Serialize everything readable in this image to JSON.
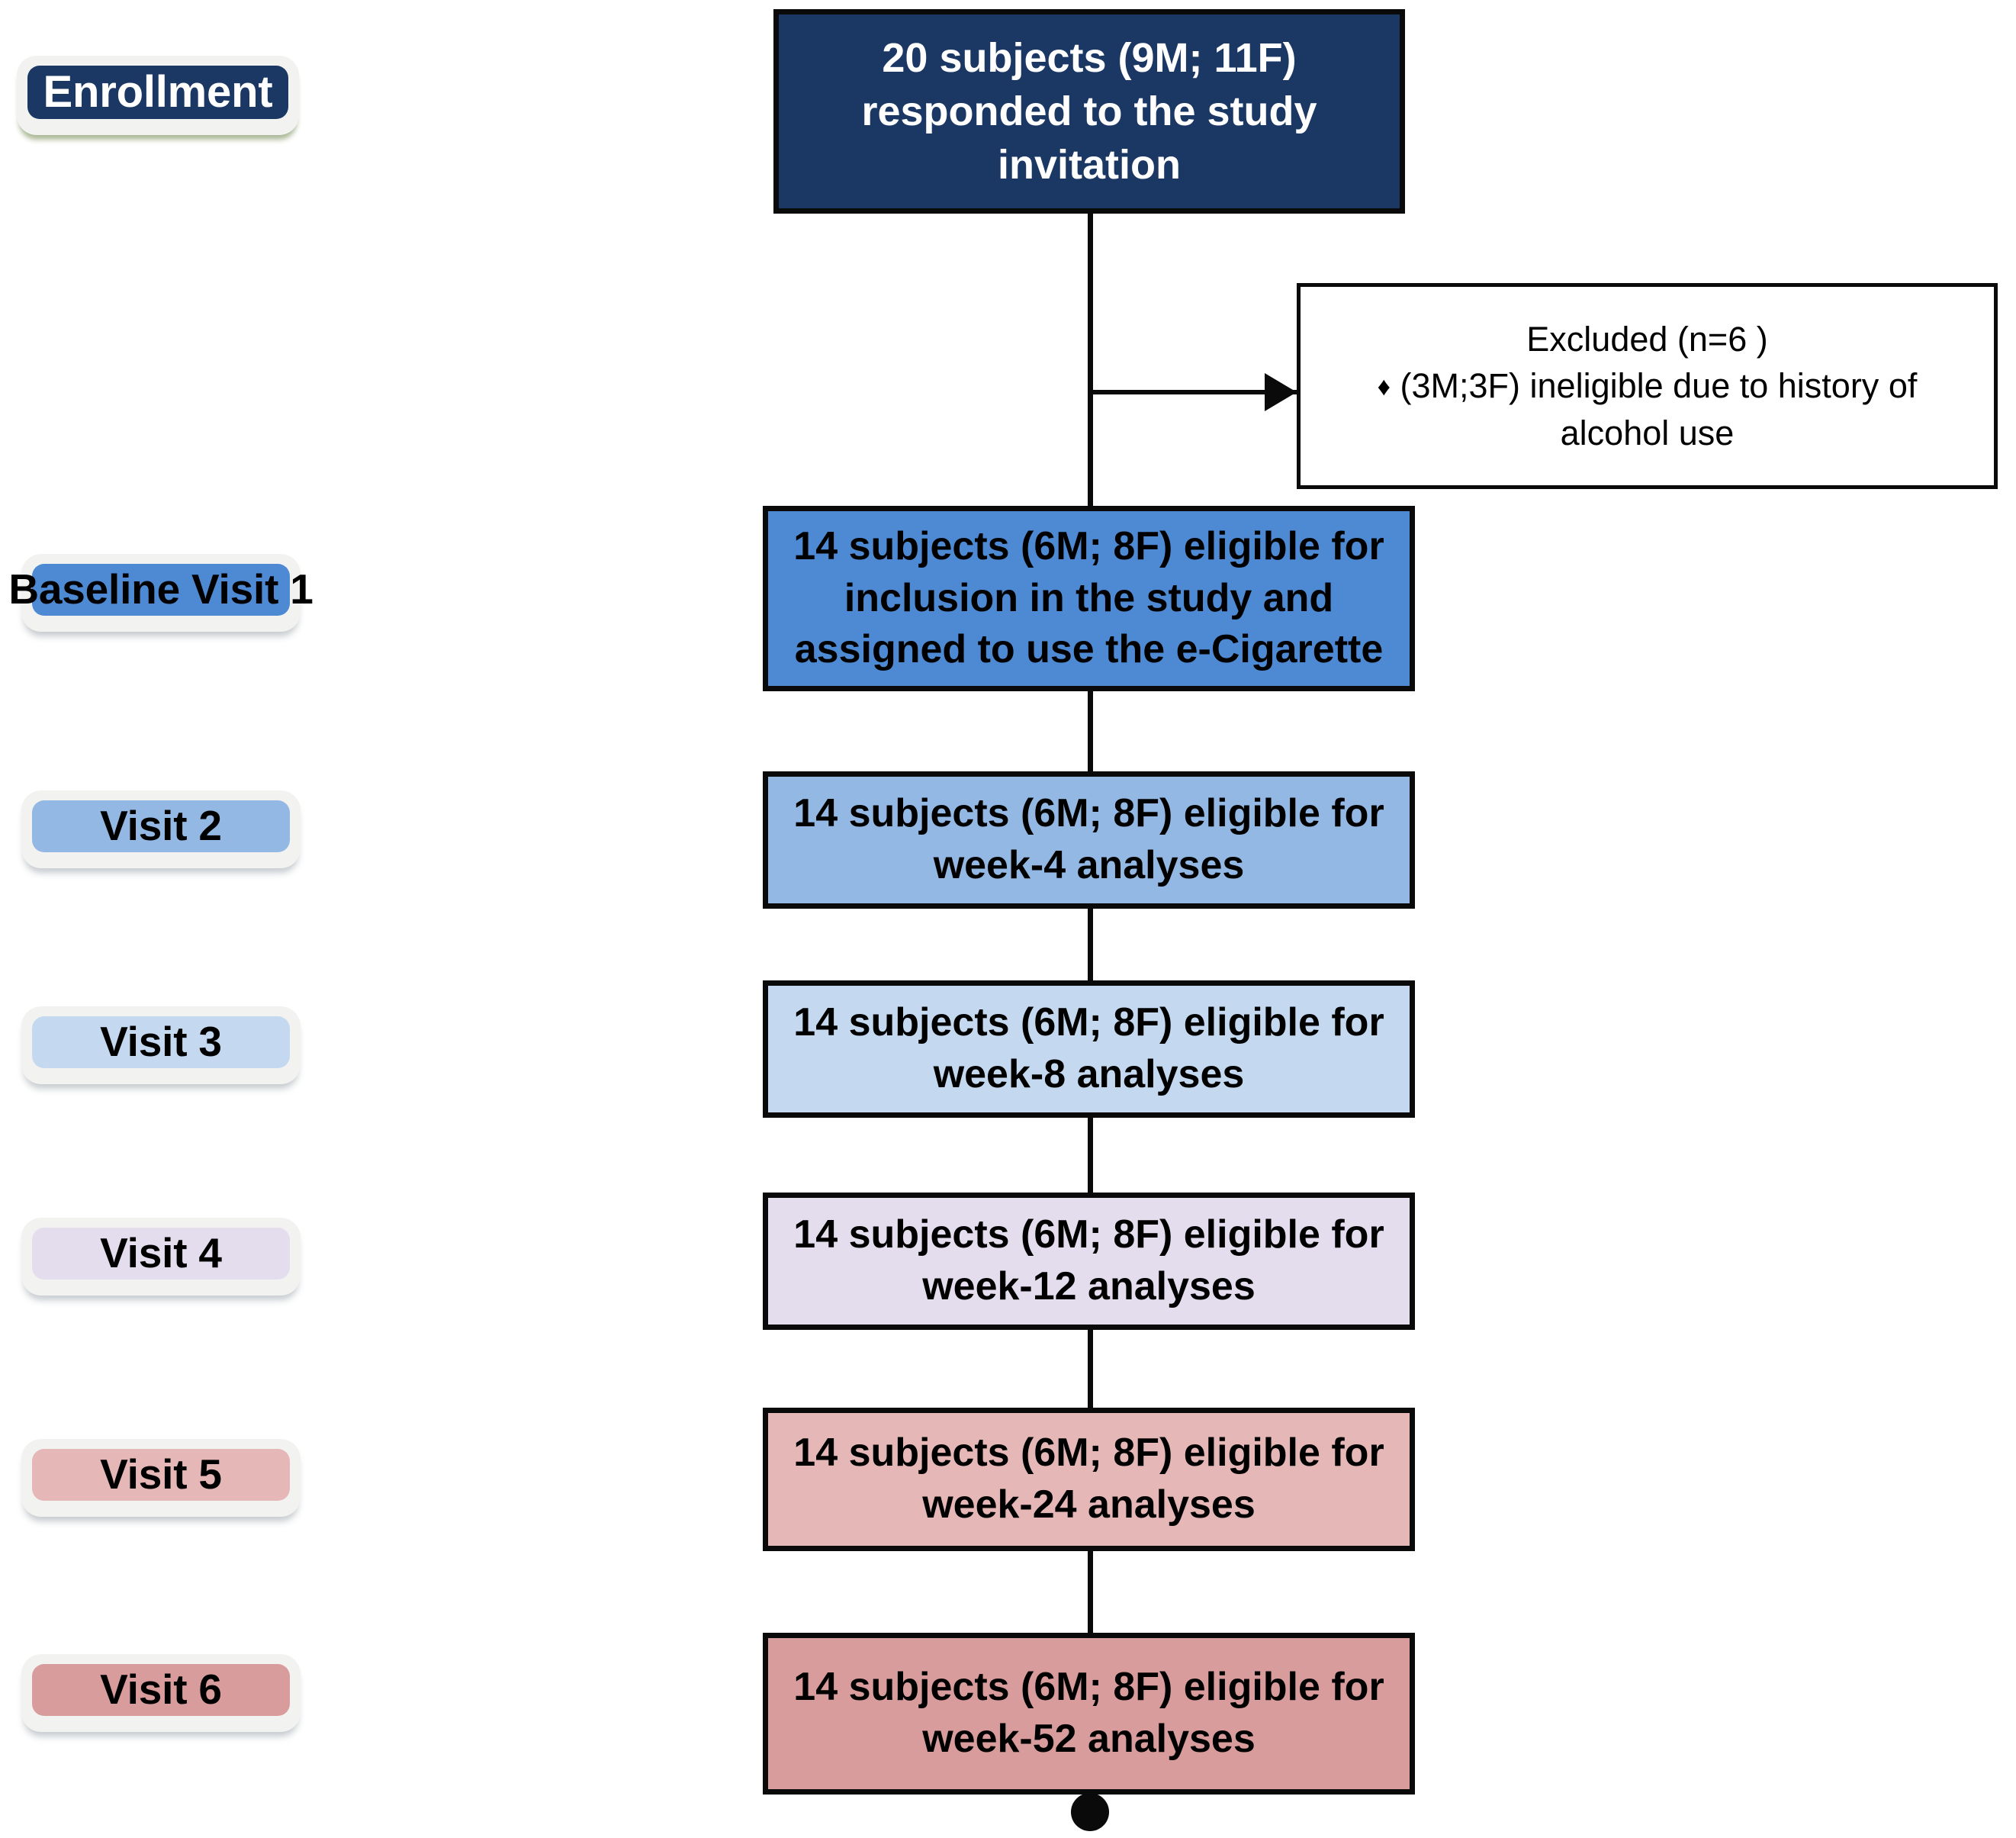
{
  "diagram": {
    "title": "CONSORT-style participant flow diagram",
    "type": "flowchart",
    "colors": {
      "navy": "#1b3köt"
    }
  },
  "stages": [
    {
      "name": "enrollment",
      "label": "Enrollment",
      "fill": "#1b3764",
      "text_color": "#ffffff",
      "font_size": "58px",
      "font_weight": "bold",
      "shadow": "olive"
    },
    {
      "name": "baseline-visit-1",
      "label": "Baseline Visit 1",
      "fill": "#4e8ad4",
      "text_color": "#000000",
      "font_size": "55px",
      "font_weight": "bold",
      "shadow": "grey"
    },
    {
      "name": "visit-2",
      "label": "Visit 2",
      "fill": "#94b8e4",
      "text_color": "#000000",
      "font_size": "55px",
      "font_weight": "bold",
      "shadow": "grey"
    },
    {
      "name": "visit-3",
      "label": "Visit 3",
      "fill": "#c4d9f0",
      "text_color": "#000000",
      "font_size": "55px",
      "font_weight": "bold",
      "shadow": "grey"
    },
    {
      "name": "visit-4",
      "label": "Visit 4",
      "fill": "#e3dded",
      "text_color": "#000000",
      "font_size": "55px",
      "font_weight": "bold",
      "shadow": "grey"
    },
    {
      "name": "visit-5",
      "label": "Visit 5",
      "fill": "#e5b7b7",
      "text_color": "#000000",
      "font_size": "55px",
      "font_weight": "bold",
      "shadow": "grey"
    },
    {
      "name": "visit-6",
      "label": "Visit 6",
      "fill": "#d89c9c",
      "text_color": "#000000",
      "font_size": "55px",
      "font_weight": "bold",
      "shadow": "grey"
    }
  ],
  "flow_nodes": [
    {
      "name": "enrollment-node",
      "fill": "#1b3764",
      "text_color": "#ffffff",
      "font_size": "54px",
      "lines": [
        "20 subjects (9M; 11F)",
        "responded to the study",
        "invitation"
      ]
    },
    {
      "name": "baseline-visit-1-node",
      "fill": "#4e8ad4",
      "text_color": "#000000",
      "font_size": "52px",
      "lines": [
        "14 subjects (6M; 8F) eligible for",
        "inclusion in the study and",
        "assigned to use the e-Cigarette"
      ]
    },
    {
      "name": "visit-2-node",
      "fill": "#94b8e4",
      "text_color": "#000000",
      "font_size": "52px",
      "lines": [
        "14 subjects (6M; 8F) eligible for",
        "week-4 analyses"
      ]
    },
    {
      "name": "visit-3-node",
      "fill": "#c4d9f0",
      "text_color": "#000000",
      "font_size": "52px",
      "lines": [
        "14 subjects (6M; 8F) eligible for",
        "week-8 analyses"
      ]
    },
    {
      "name": "visit-4-node",
      "fill": "#e3dded",
      "text_color": "#000000",
      "font_size": "52px",
      "lines": [
        "14 subjects (6M; 8F) eligible for",
        "week-12 analyses"
      ]
    },
    {
      "name": "visit-5-node",
      "fill": "#e5b7b7",
      "text_color": "#000000",
      "font_size": "52px",
      "lines": [
        "14 subjects (6M; 8F) eligible for",
        "week-24 analyses"
      ]
    },
    {
      "name": "visit-6-node",
      "fill": "#d89c9c",
      "text_color": "#000000",
      "font_size": "52px",
      "lines": [
        "14 subjects (6M; 8F) eligible for",
        "week-52 analyses"
      ]
    }
  ],
  "excluded": {
    "name": "excluded-node",
    "heading": "Excluded  (n=6 )",
    "bullet_symbol": "♦",
    "bullet_line_1": "(3M;3F) ineligible due to history of",
    "bullet_line_2": "alcohol use",
    "count": 6
  }
}
